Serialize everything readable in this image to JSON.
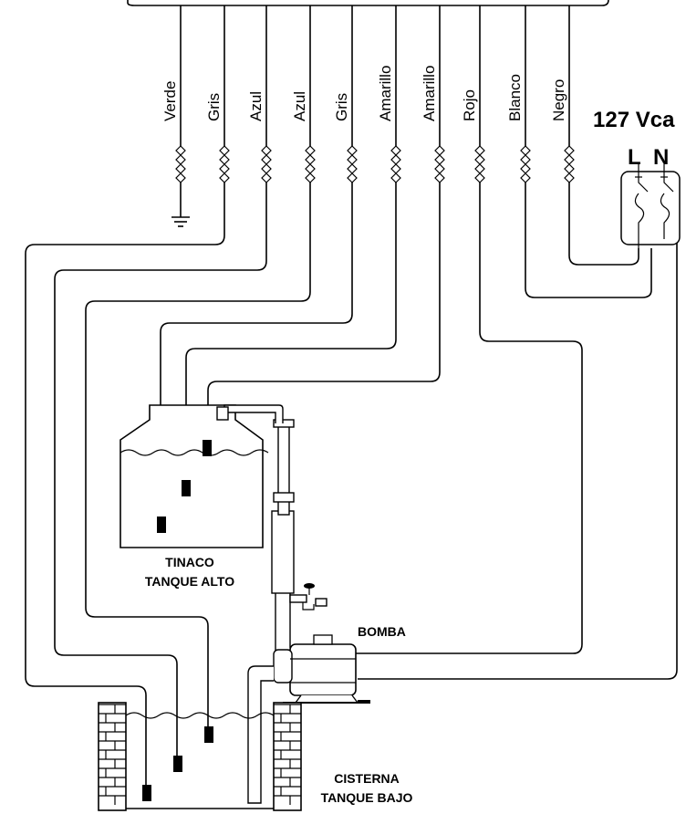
{
  "wires": [
    {
      "label": "Verde"
    },
    {
      "label": "Gris"
    },
    {
      "label": "Azul"
    },
    {
      "label": "Azul"
    },
    {
      "label": "Gris"
    },
    {
      "label": "Amarillo"
    },
    {
      "label": "Amarillo"
    },
    {
      "label": "Rojo"
    },
    {
      "label": "Blanco"
    },
    {
      "label": "Negro"
    }
  ],
  "power": {
    "title": "127 Vca",
    "line": "L",
    "neutral": "N"
  },
  "tank_high": {
    "line1": "TINACO",
    "line2": "TANQUE ALTO"
  },
  "pump": {
    "label": "BOMBA"
  },
  "cistern": {
    "line1": "CISTERNA",
    "line2": "TANQUE BAJO"
  }
}
